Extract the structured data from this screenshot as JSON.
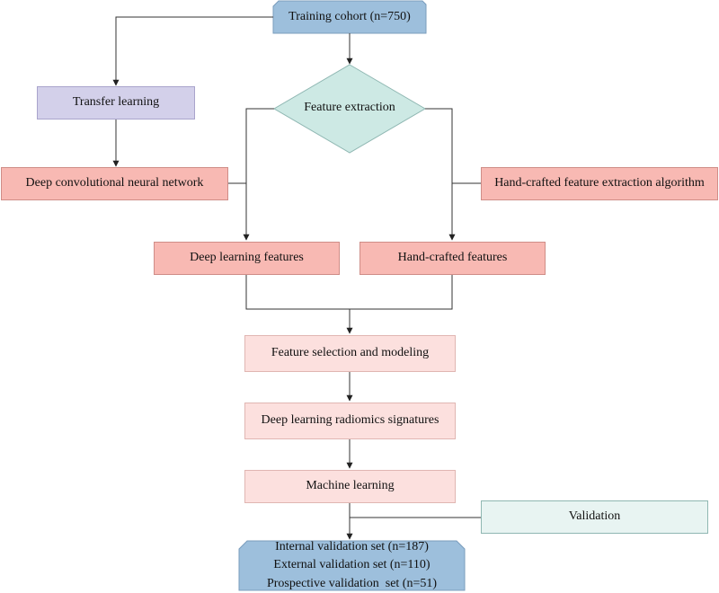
{
  "nodes": {
    "training_cohort": "Training cohort (n=750)",
    "transfer_learning": "Transfer learning",
    "feature_extraction": "Feature extraction",
    "dcnn": "Deep convolutional neural network",
    "handcrafted_algorithm": "Hand-crafted feature extraction algorithm",
    "deep_learning_features": "Deep learning features",
    "handcrafted_features": "Hand-crafted features",
    "feature_selection": "Feature selection and modeling",
    "signatures": "Deep learning radiomics signatures",
    "machine_learning": "Machine learning",
    "validation": "Validation",
    "validation_sets": [
      "Internal validation set (n=187)",
      "External validation set (n=110)",
      "Prospective validation  set (n=51)"
    ]
  },
  "colors": {
    "blue": "#9dbfdc",
    "lavender": "#d3d0ea",
    "teal": "#cde9e4",
    "salmon": "#f8b9b3",
    "pink": "#fce0de",
    "mint": "#e8f4f2",
    "line": "#333333"
  }
}
